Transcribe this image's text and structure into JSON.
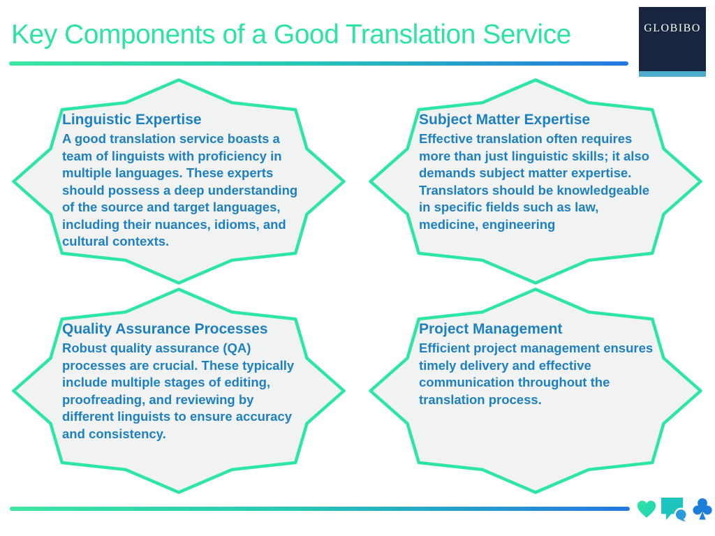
{
  "header": {
    "title": "Key Components of a Good Translation Service",
    "logo_text": "GLOBIBO"
  },
  "colors": {
    "title_green": "#2de3a2",
    "badge_stroke": "#2ee6a4",
    "badge_fill": "#f0f3f2",
    "text_blue": "#1e80c1",
    "logo_navy": "#17253e",
    "logo_strip": "#4fadcb",
    "rule_gradient_start": "#3ee5a2",
    "rule_gradient_end": "#2677e1",
    "heart_teal": "#2be2a4",
    "chat_teal": "#1ec4be",
    "club_blue": "#1c7ed9"
  },
  "cards": [
    {
      "title": "Linguistic Expertise",
      "body": "A good translation service boasts a\nteam of linguists with proficiency in\nmultiple languages. These experts\nshould possess a deep understanding\nof the source and target languages,\nincluding their nuances, idioms, and\ncultural contexts."
    },
    {
      "title": "Subject Matter Expertise",
      "body": "Effective translation often requires\nmore than just linguistic skills; it also\ndemands subject matter expertise.\nTranslators should be knowledgeable\nin specific fields such as law,\nmedicine, engineering"
    },
    {
      "title": "Quality Assurance Processes",
      "body": "Robust quality assurance (QA)\nprocesses are crucial. These typically\ninclude multiple stages of editing,\nproofreading, and reviewing by\ndifferent linguists to ensure accuracy\nand consistency."
    },
    {
      "title": "Project Management",
      "body": "Efficient project management ensures\ntimely delivery and effective\ncommunication throughout the\ntranslation process."
    }
  ],
  "footer": {
    "icons": [
      "heart-icon",
      "chat-icon",
      "club-icon"
    ]
  }
}
